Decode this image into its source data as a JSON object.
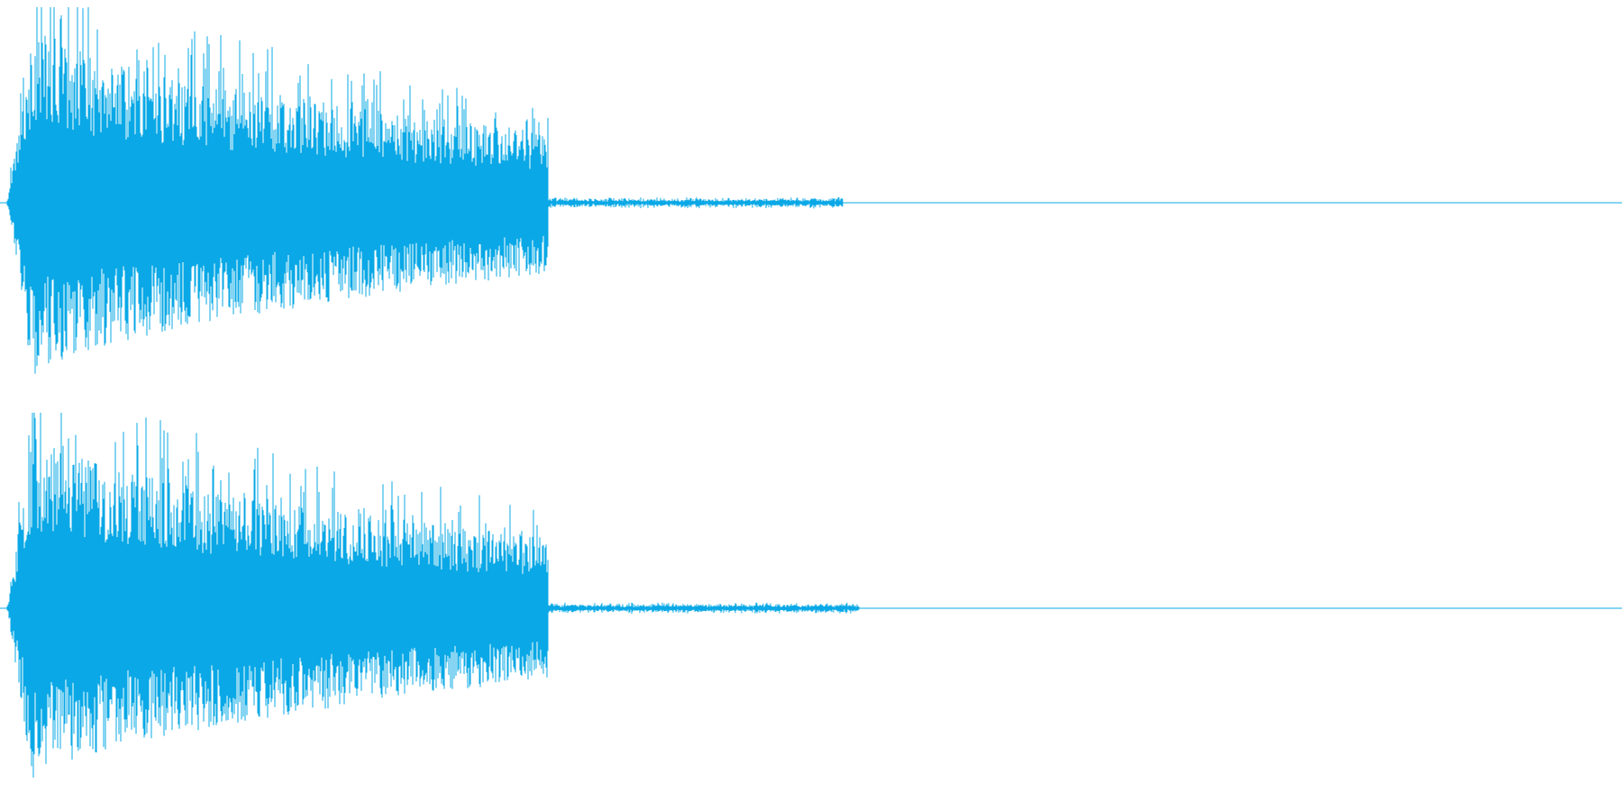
{
  "waveform": {
    "color": "#0aa8e6",
    "background": "#ffffff",
    "channels": [
      {
        "name": "",
        "envelope": {
          "attack_fraction": 0.02,
          "burst_end_fraction": 0.338,
          "tail_end_fraction": 0.52,
          "peak_level": 0.9,
          "sustain_level": 0.36,
          "tail_level": 0.01
        }
      },
      {
        "name": "",
        "envelope": {
          "attack_fraction": 0.02,
          "burst_end_fraction": 0.338,
          "tail_end_fraction": 0.53,
          "peak_level": 0.9,
          "sustain_level": 0.36,
          "tail_level": 0.01
        }
      }
    ]
  }
}
